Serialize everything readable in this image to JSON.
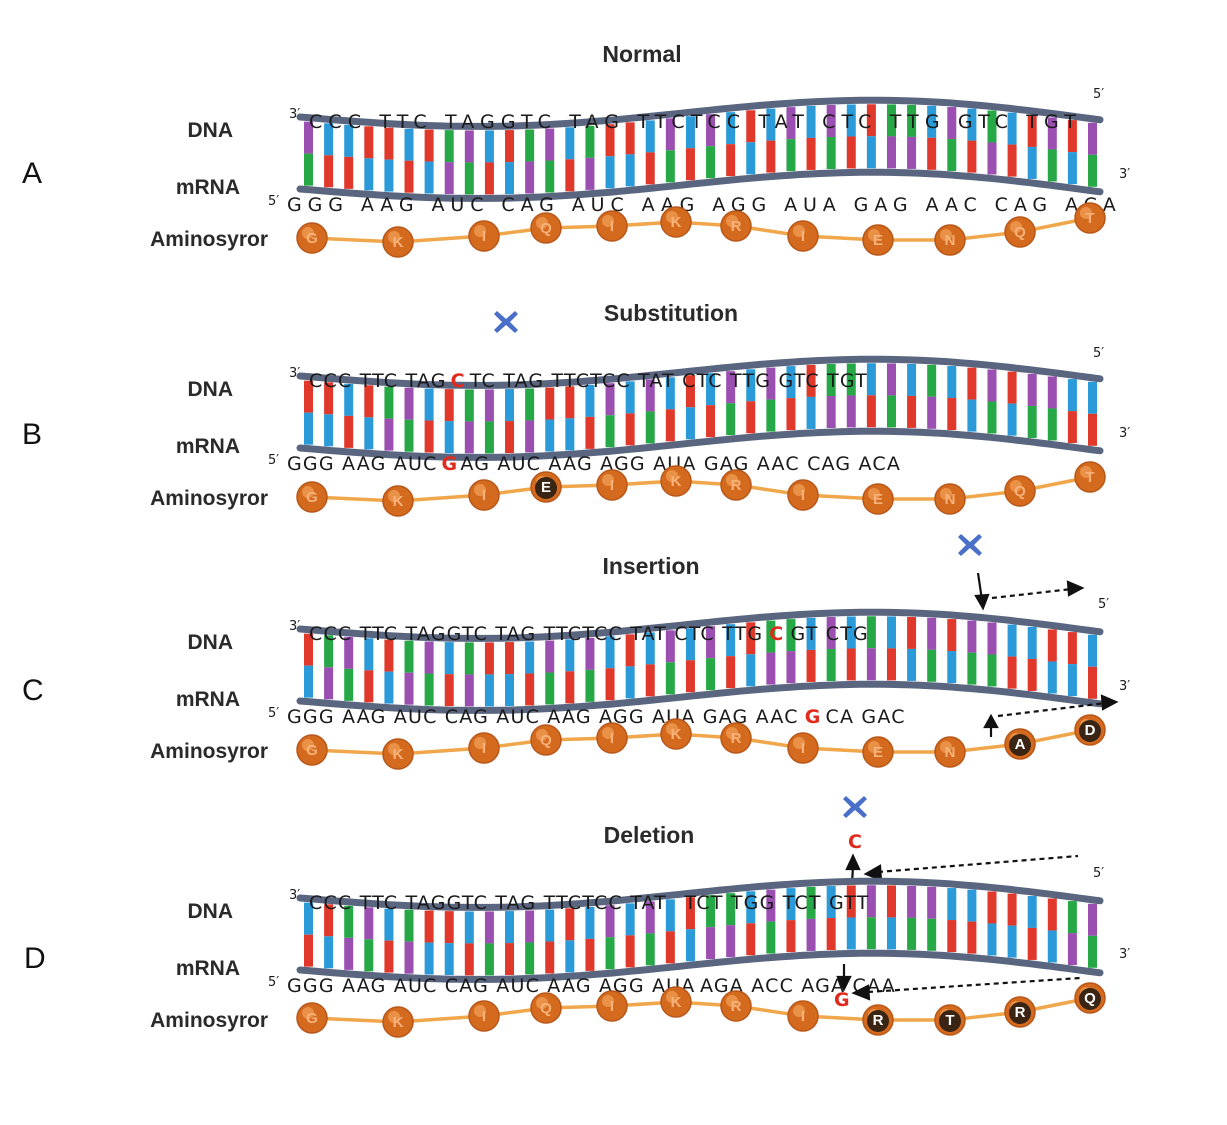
{
  "labels": {
    "dna": "DNA",
    "mrna": "mRNA",
    "amino": "Aminosyror"
  },
  "ends": {
    "three": "3′",
    "five": "5′"
  },
  "colors": {
    "backbone": "#5a6680",
    "base_A": "#e0382a",
    "base_T": "#2a9ad8",
    "base_G": "#27a847",
    "base_C": "#9b4fb0",
    "amino_fill": "#d46a1e",
    "amino_dark": "#3a2414",
    "chain": "#f0a64a",
    "mutation": "#e02a1d",
    "marker": "#4a6fc7"
  },
  "icons": {
    "marker": "x-marker-icon",
    "arrow": "arrow-icon"
  },
  "panels": [
    {
      "id": "A",
      "title": "Normal",
      "dna": "CCC TTC TAGGTC TAG TTCTCC TAT CTC TTG GTC TGT",
      "mrna": "GGG AAG AUC CAG AUC AAG AGG AUA GAG AAC CAG ACA",
      "aminos": [
        "G",
        "K",
        "I",
        "Q",
        "I",
        "K",
        "R",
        "I",
        "E",
        "N",
        "Q",
        "T"
      ],
      "dark_from": -1,
      "has_marker": false
    },
    {
      "id": "B",
      "title": "Substitution",
      "dna_pre": "CCC TTC TAG",
      "dna_mut": "C",
      "dna_post": "TC TAG TTCTCC TAT CTC TTG GTC TGT",
      "mrna_pre": "GGG AAG AUC",
      "mrna_mut": "G",
      "mrna_post": "AG AUC AAG AGG AUA GAG AAC CAG ACA",
      "aminos": [
        "G",
        "K",
        "I",
        "E",
        "I",
        "K",
        "R",
        "I",
        "E",
        "N",
        "Q",
        "T"
      ],
      "dark_index": 3,
      "has_marker": true
    },
    {
      "id": "C",
      "title": "Insertion",
      "dna_pre": "CCC TTC TAGGTC TAG TTCTCC TAT CTC TTG",
      "dna_mut": "C",
      "dna_post": "GT CTG",
      "mrna_pre": "GGG AAG AUC CAG AUC AAG AGG AUA GAG AAC",
      "mrna_mut": "G",
      "mrna_post": "CA GAC",
      "aminos": [
        "G",
        "K",
        "I",
        "Q",
        "I",
        "K",
        "R",
        "I",
        "E",
        "N",
        "A",
        "D"
      ],
      "dark_from": 10,
      "has_marker": true
    },
    {
      "id": "D",
      "title": "Deletion",
      "deleted": "C",
      "dna_pre": "CCC TTC TAGGTC TAG TTCTCC TAT",
      "dna_post": "TCT TGG TCT GTT",
      "mrna_pre": "GGG AAG AUC CAG AUC AAG AGG AUA",
      "mrna_mut": "G",
      "mrna_post": "AGA ACC AGA CAA",
      "aminos": [
        "G",
        "K",
        "I",
        "Q",
        "I",
        "K",
        "R",
        "I",
        "R",
        "T",
        "R",
        "Q"
      ],
      "dark_from": 8,
      "has_marker": true
    }
  ]
}
